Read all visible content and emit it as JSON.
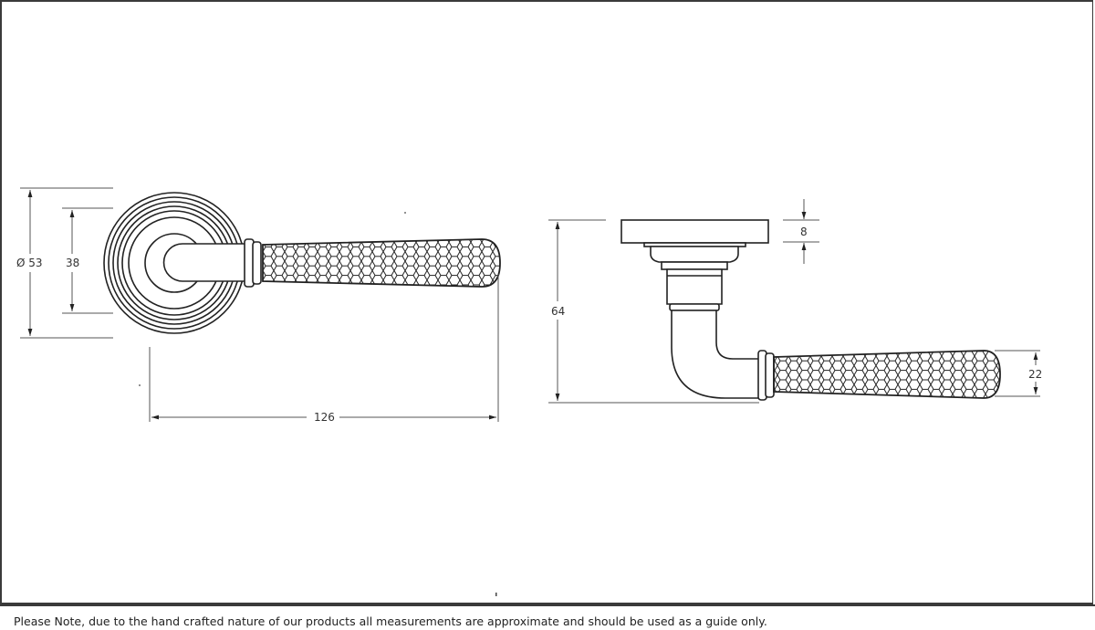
{
  "drawing": {
    "front_view": {
      "dimensions": {
        "rose_diameter": "Ø 53",
        "inner_diameter": "38",
        "overall_length": "126"
      }
    },
    "side_view": {
      "dimensions": {
        "rose_thickness": "8",
        "projection": "64",
        "grip_diameter": "22"
      }
    },
    "colors": {
      "line": "#222222",
      "dimension_line": "#555555",
      "background": "#ffffff"
    }
  },
  "footer": {
    "note": "Please Note, due to the hand crafted nature of our products all measurements are approximate and should be used as a guide only."
  }
}
